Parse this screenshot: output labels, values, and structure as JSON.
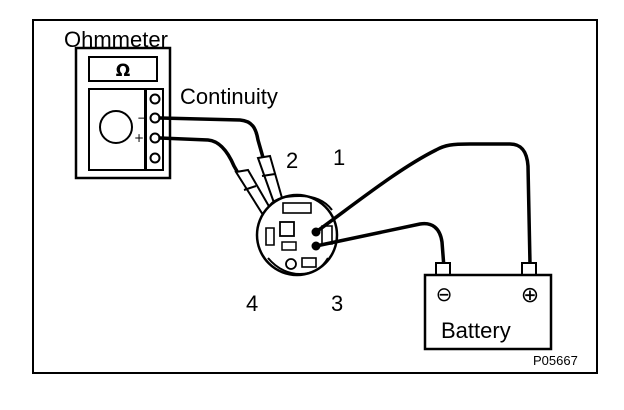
{
  "labels": {
    "ohmmeter": "Ohmmeter",
    "continuity": "Continuity",
    "pin1": "1",
    "pin2": "2",
    "pin3": "3",
    "pin4": "4",
    "battery": "Battery",
    "figure_code": "P05667"
  },
  "meter": {
    "display_symbol": "Ω",
    "minus_sign": "−",
    "plus_sign": "+"
  },
  "battery": {
    "minus_sign": "⊖",
    "plus_sign": "⊕"
  }
}
